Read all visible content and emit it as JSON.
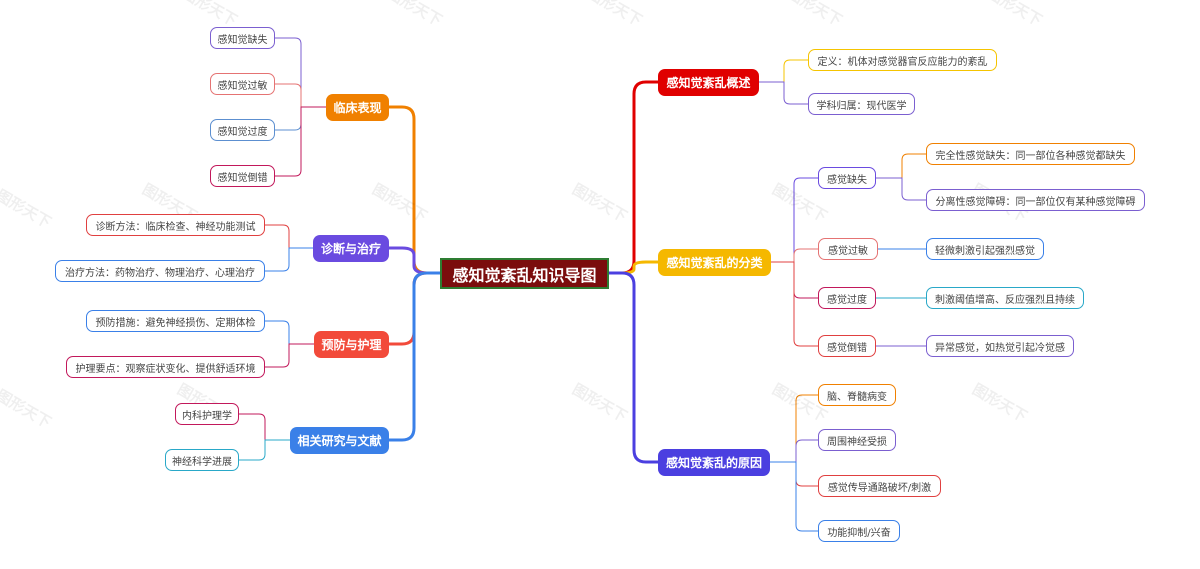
{
  "root": {
    "label": "感知觉紊乱知识导图"
  },
  "watermark": "图形天下",
  "branches": {
    "overview": {
      "label": "感知觉紊乱概述",
      "color": "#e00000",
      "children": [
        "定义：机体对感觉器官反应能力的紊乱",
        "学科归属：现代医学"
      ]
    },
    "classification": {
      "label": "感知觉紊乱的分类",
      "color": "#f5b800",
      "items": {
        "loss": {
          "label": "感觉缺失",
          "children": [
            "完全性感觉缺失：同一部位各种感觉都缺失",
            "分离性感觉障碍：同一部位仅有某种感觉障碍"
          ]
        },
        "hypersensitivity": {
          "label": "感觉过敏",
          "children": [
            "轻微刺激引起强烈感觉"
          ]
        },
        "excess": {
          "label": "感觉过度",
          "children": [
            "刺激阈值增高、反应强烈且持续"
          ]
        },
        "inversion": {
          "label": "感觉倒错",
          "children": [
            "异常感觉，如热觉引起冷觉感"
          ]
        }
      }
    },
    "causes": {
      "label": "感知觉紊乱的原因",
      "color": "#4b3fe0",
      "children": [
        "脑、脊髓病变",
        "周围神经受损",
        "感觉传导通路破坏/刺激",
        "功能抑制/兴奋"
      ]
    },
    "clinical": {
      "label": "临床表现",
      "color": "#f08000",
      "children": [
        "感知觉缺失",
        "感知觉过敏",
        "感知觉过度",
        "感知觉倒错"
      ]
    },
    "diagnosis": {
      "label": "诊断与治疗",
      "color": "#6a4be0",
      "children": [
        "诊断方法：临床检查、神经功能测试",
        "治疗方法：药物治疗、物理治疗、心理治疗"
      ]
    },
    "prevention": {
      "label": "预防与护理",
      "color": "#f24a3a",
      "children": [
        "预防措施：避免神经损伤、定期体检",
        "护理要点：观察症状变化、提供舒适环境"
      ]
    },
    "research": {
      "label": "相关研究与文献",
      "color": "#3a80e8",
      "children": [
        "内科护理学",
        "神经科学进展"
      ]
    }
  }
}
